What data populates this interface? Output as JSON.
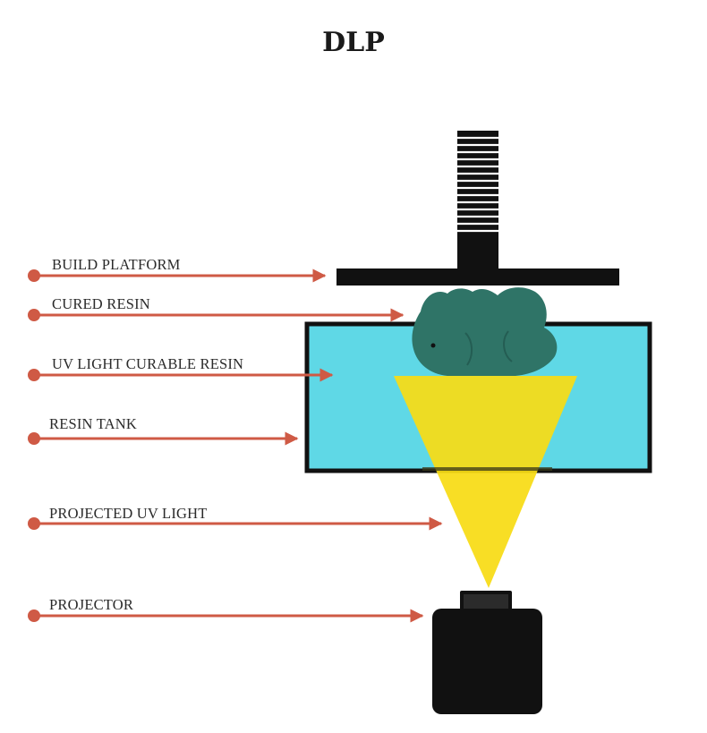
{
  "title": "DLP",
  "labels": {
    "build_platform": "BUILD PLATFORM",
    "cured_resin": "CURED RESIN",
    "uv_resin": "UV LIGHT CURABLE RESIN",
    "resin_tank": "RESIN TANK",
    "projected_uv": "PROJECTED UV LIGHT",
    "projector": "PROJECTOR"
  },
  "colors": {
    "arrow": "#cf5a45",
    "resin": "#5fd8e6",
    "uv_light": "#f7dc14",
    "cured_resin": "#2f7467",
    "outline": "#111111"
  }
}
